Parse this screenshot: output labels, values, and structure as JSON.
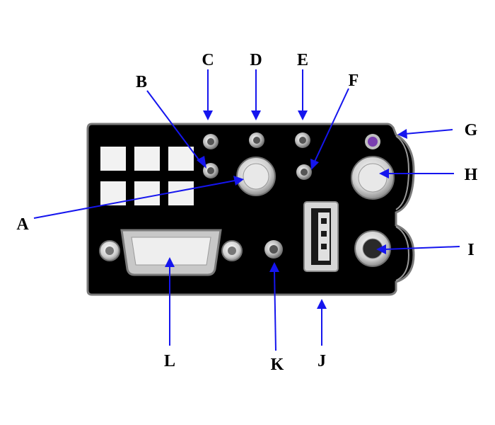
{
  "callouts": {
    "A": "A",
    "B": "B",
    "C": "C",
    "D": "D",
    "E": "E",
    "F": "F",
    "G": "G",
    "H": "H",
    "I": "I",
    "J": "J",
    "K": "K",
    "L": "L"
  },
  "colors": {
    "panel": "#000000",
    "arrow": "#1515ee",
    "led_indicator": "#7a3fb0",
    "connector_light": "#d9d9d9"
  }
}
